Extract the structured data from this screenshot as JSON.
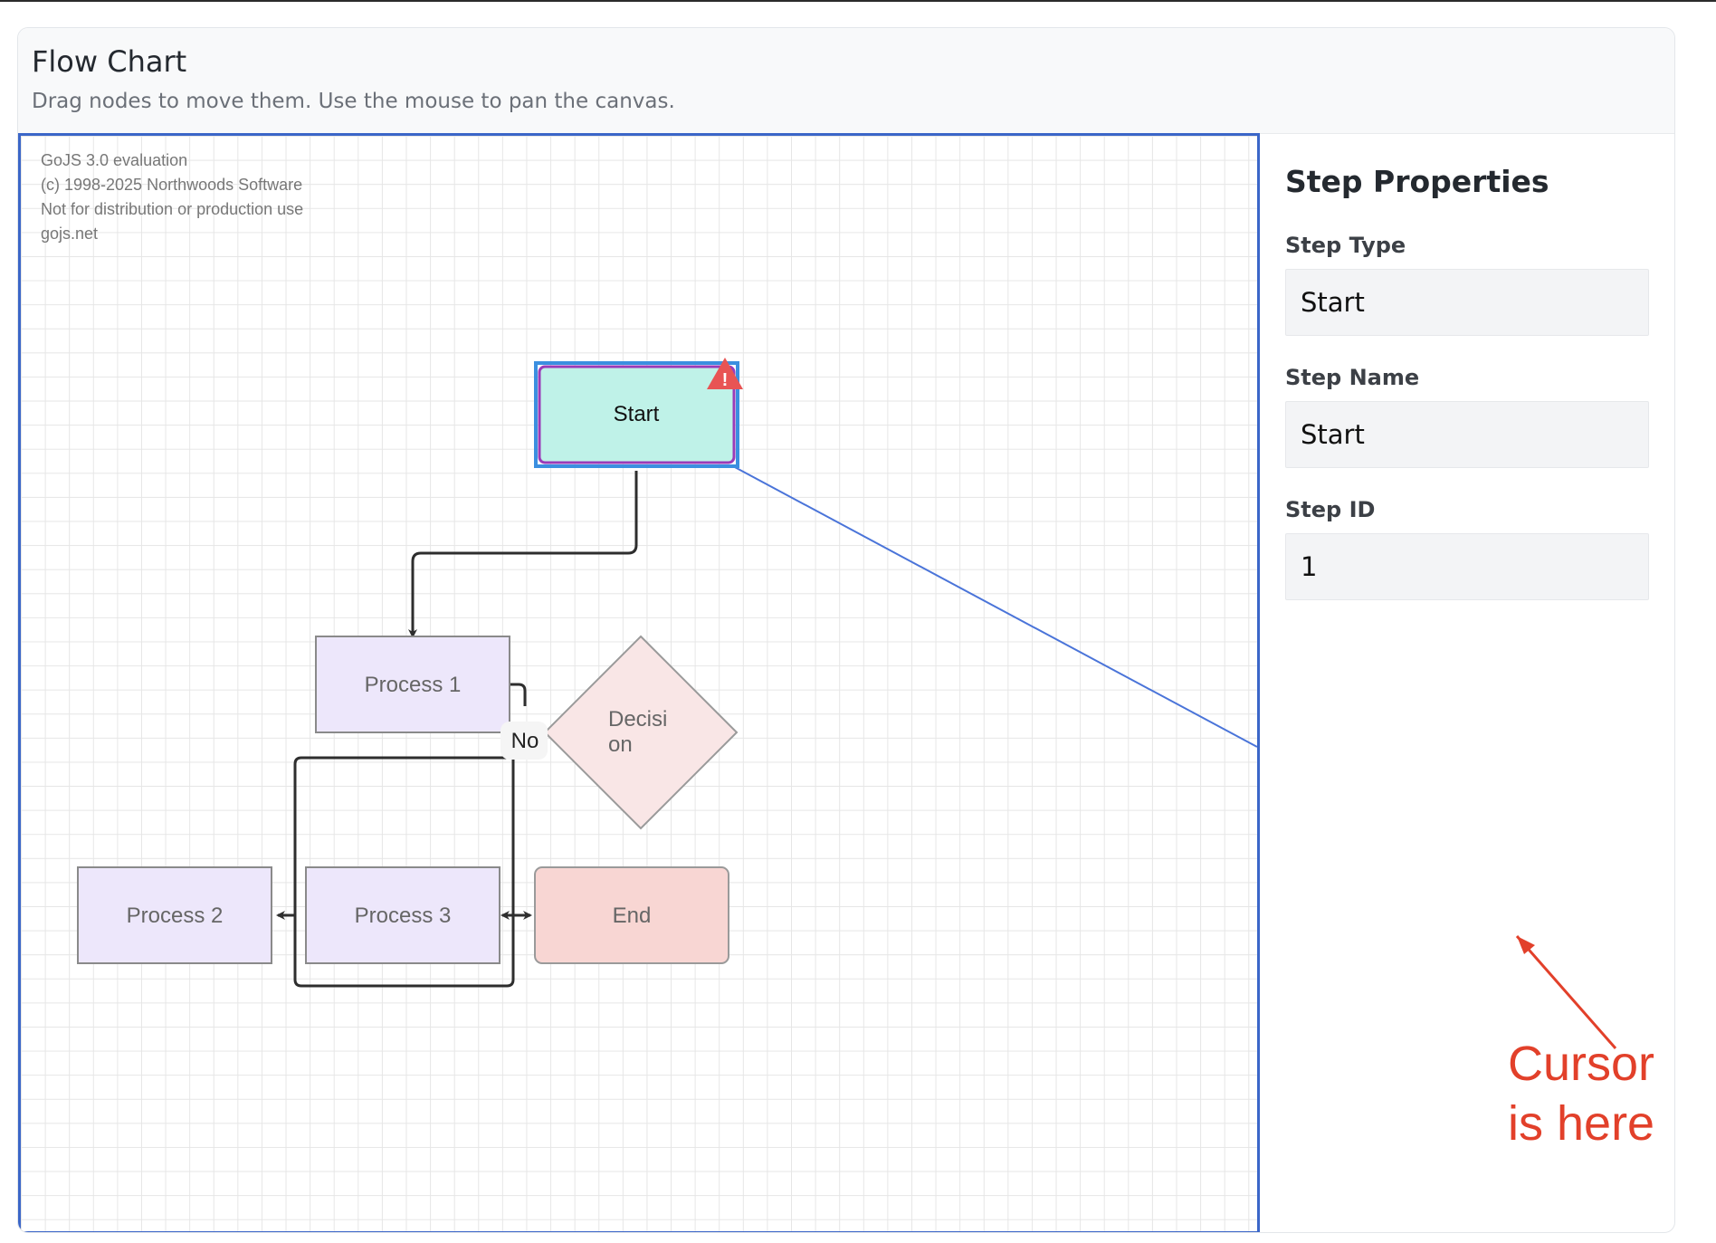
{
  "header": {
    "title": "Flow Chart",
    "subtitle": "Drag nodes to move them. Use the mouse to pan the canvas."
  },
  "watermark": {
    "lines": [
      "GoJS 3.0 evaluation",
      "(c) 1998-2025 Northwoods Software",
      "Not for distribution or production use",
      "gojs.net"
    ]
  },
  "diagram": {
    "nodes": {
      "start": "Start",
      "process1": "Process 1",
      "decision_line1": "Decisi",
      "decision_line2": "on",
      "process2": "Process 2",
      "process3": "Process 3",
      "end": "End"
    },
    "link_label_no": "No",
    "colors": {
      "start_fill": "#bff2e8",
      "process_fill": "#ede7fb",
      "decision_fill": "#f9e6e6",
      "end_fill": "#f8d6d3",
      "selection": "#3b8fe0",
      "warning": "#e85454",
      "link": "#2e2e2e",
      "guide_line": "#4a74d9"
    }
  },
  "properties": {
    "title": "Step Properties",
    "step_type_label": "Step Type",
    "step_type_value": "Start",
    "step_name_label": "Step Name",
    "step_name_value": "Start",
    "step_id_label": "Step ID",
    "step_id_value": "1"
  },
  "annotation": {
    "line1": "Cursor",
    "line2": "is here",
    "color": "#e2402a"
  }
}
